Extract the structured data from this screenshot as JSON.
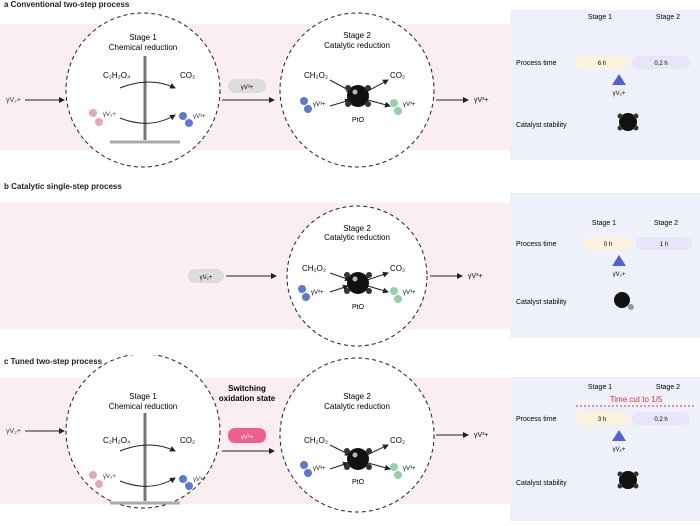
{
  "panels": [
    {
      "title": "a  Conventional two-step process",
      "input_label": "γV₂+",
      "output_label": "γV³+",
      "stage1": {
        "label": "Stage 1",
        "sub": "Chemical reduction",
        "reactant": "C₂H₂O₄",
        "product": "CO₂",
        "in_ion": "γV₂+",
        "out_ion": "γV³+"
      },
      "stage2": {
        "label": "Stage 2",
        "sub": "Catalytic reduction",
        "reactant": "CH₂O₂",
        "product": "CO₂",
        "in_ion": "γV³+",
        "out_ion": "γV³+",
        "catalyst": "PtO"
      },
      "intermediate": "γV³+",
      "right": {
        "process_time": "Process time",
        "stage1_head": "Stage 1",
        "stage2_head": "Stage 2",
        "stage1_val": "6 h",
        "stage2_val": "0.2 h",
        "marker": "γV₂+",
        "stability": "Catalyst stability"
      }
    },
    {
      "title": "b  Catalytic single-step process",
      "input_label": "γV₂+",
      "output_label": "γV³+",
      "stage2": {
        "label": "Stage 2",
        "sub": "Catalytic reduction",
        "reactant": "CH₂O₂",
        "product": "CO₂",
        "in_ion": "γV³+",
        "out_ion": "γV³+",
        "catalyst": "PtO"
      },
      "right": {
        "process_time": "Process time",
        "stage1_head": "Stage 1",
        "stage2_head": "Stage 2",
        "stage1_val": "0 h",
        "stage2_val": "1 h",
        "marker": "γV₂+",
        "stability": "Catalyst stability"
      }
    },
    {
      "title": "c  Tuned two-step process",
      "input_label": "γV₂+",
      "output_label": "γV³+",
      "switch_label": "Switching",
      "switch_label2": "oxidation state",
      "stage1": {
        "label": "Stage 1",
        "sub": "Chemical reduction",
        "reactant": "C₂H₂O₄",
        "product": "CO₂",
        "in_ion": "γV₂+",
        "out_ion": "γV³+"
      },
      "stage2": {
        "label": "Stage 2",
        "sub": "Catalytic reduction",
        "reactant": "CH₂O₂",
        "product": "CO₂",
        "in_ion": "γV³+",
        "out_ion": "γV³+",
        "catalyst": "PtO"
      },
      "intermediate": "γV³+",
      "right": {
        "process_time": "Process time",
        "stage1_head": "Stage 1",
        "stage2_head": "Stage 2",
        "stage1_val": "3 h",
        "stage2_val": "0.2 h",
        "marker": "γV₂+",
        "stability": "Catalyst stability",
        "reduction_note": "Time cut to 1/5"
      }
    }
  ],
  "colors": {
    "pink_band": "#fbeef0",
    "right_box": "#eef0fa",
    "ion_pink": "#e8a6bd",
    "ion_blue": "#5b78d6",
    "ion_green": "#8fd4a0",
    "stage1_fill": "#fdf3dc",
    "stage2_fill": "#e6e6f8",
    "switch_fill": "#f0608e",
    "pill_grey": "#dcdcdc",
    "marker": "#5560d8",
    "note_red": "#e0353f"
  }
}
